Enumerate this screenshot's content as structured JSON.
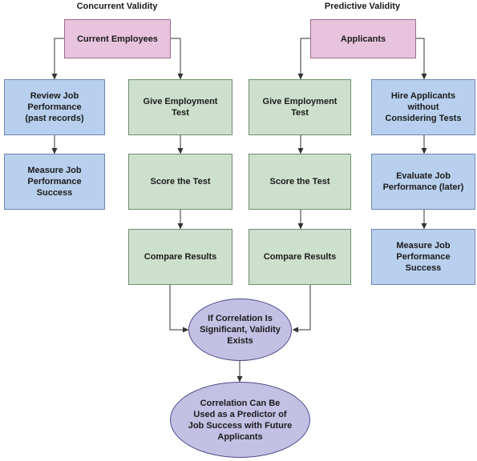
{
  "headings": {
    "concurrent": "Concurrent Validity",
    "predictive": "Predictive Validity"
  },
  "concurrent": {
    "start": "Current Employees",
    "review": "Review Job\nPerformance\n(past records)",
    "measure": "Measure Job\nPerformance\nSuccess",
    "give_test": "Give Employment\nTest",
    "score": "Score the Test",
    "compare": "Compare Results"
  },
  "predictive": {
    "start": "Applicants",
    "give_test": "Give Employment\nTest",
    "score": "Score the Test",
    "compare": "Compare Results",
    "hire": "Hire Applicants\nwithout\nConsidering Tests",
    "evaluate": "Evaluate Job\nPerformance (later)",
    "measure": "Measure Job\nPerformance\nSuccess"
  },
  "outcome": {
    "correlation": "If Correlation Is\nSignificant, Validity\nExists",
    "predictor": "Correlation Can Be\nUsed as a Predictor of\nJob Success with Future\nApplicants"
  },
  "colors": {
    "start_fill": "#e8c3de",
    "past_fill": "#b8d0ee",
    "test_fill": "#cde0cd",
    "outcome_fill": "#c3c0e4"
  }
}
